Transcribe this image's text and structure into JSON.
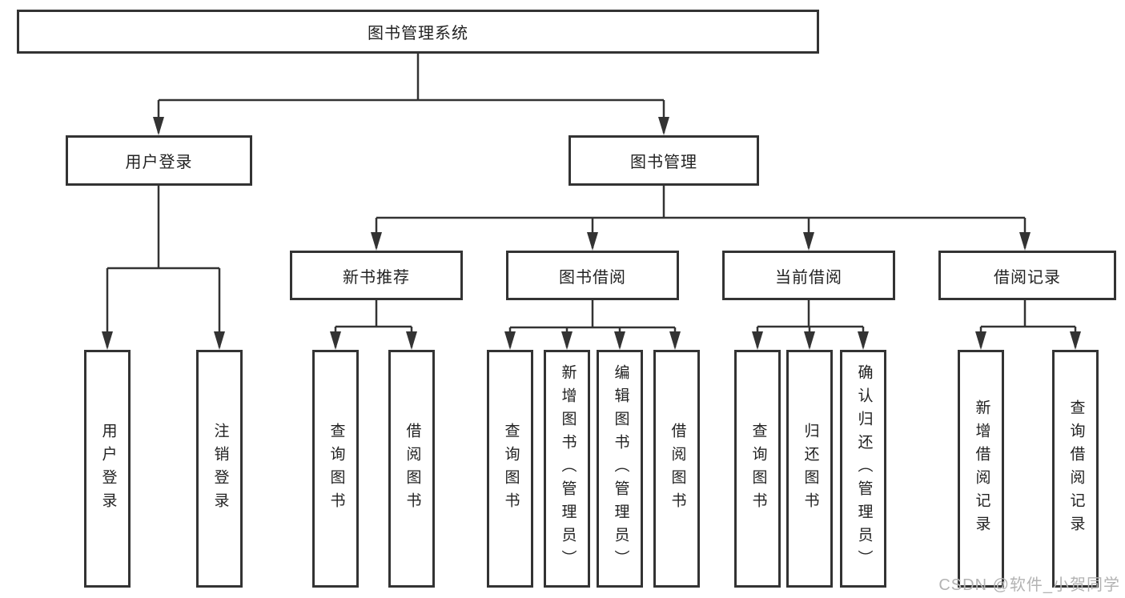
{
  "colors": {
    "line": "#333333",
    "text": "#222222",
    "box_bg": "#ffffff",
    "background": "#ffffff",
    "watermark": "#b3b3b3"
  },
  "watermark": "CSDN @软件_小贺同学",
  "tree": {
    "label": "图书管理系统",
    "children": [
      {
        "label": "用户登录",
        "children": [
          {
            "label": "用户登录"
          },
          {
            "label": "注销登录"
          }
        ]
      },
      {
        "label": "图书管理",
        "children": [
          {
            "label": "新书推荐",
            "children": [
              {
                "label": "查询图书"
              },
              {
                "label": "借阅图书"
              }
            ]
          },
          {
            "label": "图书借阅",
            "children": [
              {
                "label": "查询图书"
              },
              {
                "label": "新增图书（管理员）"
              },
              {
                "label": "编辑图书（管理员）"
              },
              {
                "label": "借阅图书"
              }
            ]
          },
          {
            "label": "当前借阅",
            "children": [
              {
                "label": "查询图书"
              },
              {
                "label": "归还图书"
              },
              {
                "label": "确认归还（管理员）"
              }
            ]
          },
          {
            "label": "借阅记录",
            "children": [
              {
                "label": "新增借阅记录"
              },
              {
                "label": "查询借阅记录"
              }
            ]
          }
        ]
      }
    ]
  }
}
